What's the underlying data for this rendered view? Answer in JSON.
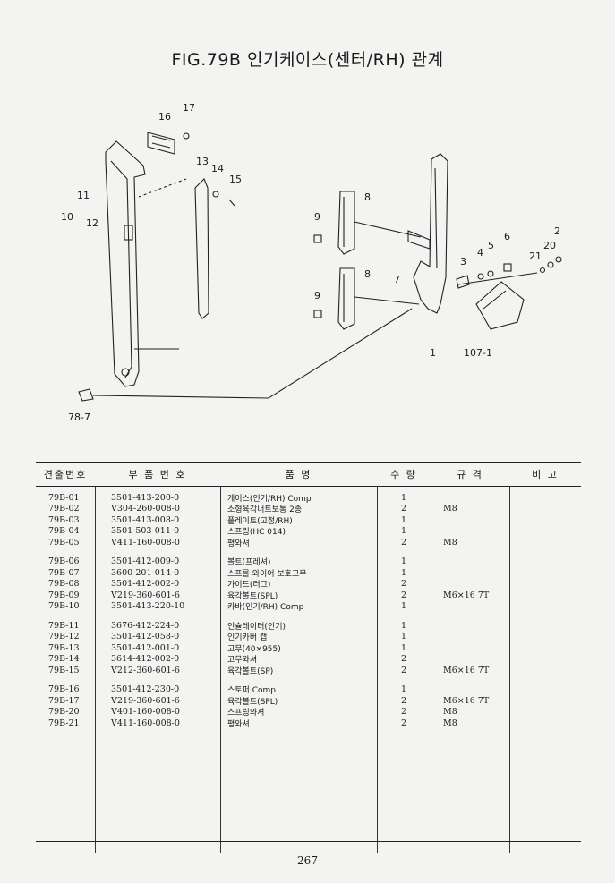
{
  "title": "FIG.79B 인기케이스(센터/RH) 관계",
  "diagram": {
    "callouts": [
      "16",
      "17",
      "13",
      "14",
      "15",
      "11",
      "10",
      "12",
      "8",
      "9",
      "8",
      "9",
      "7",
      "3",
      "4",
      "5",
      "6",
      "2",
      "20",
      "21",
      "1",
      "107-1",
      "78-7"
    ]
  },
  "table": {
    "headers": [
      "견출번호",
      "부 품 번 호",
      "품 명",
      "수 량",
      "규 격",
      "비 고"
    ],
    "groups": [
      [
        {
          "ref": "79B-01",
          "part": "3501-413-200-0",
          "name": "케이스(인기/RH) Comp",
          "qty": "1",
          "spec": "",
          "note": ""
        },
        {
          "ref": "79B-02",
          "part": "V304-260-008-0",
          "name": "소형육각너트보통 2종",
          "qty": "2",
          "spec": "M8",
          "note": ""
        },
        {
          "ref": "79B-03",
          "part": "3501-413-008-0",
          "name": "플레이트(고정/RH)",
          "qty": "1",
          "spec": "",
          "note": ""
        },
        {
          "ref": "79B-04",
          "part": "3501-503-011-0",
          "name": "스프링(HC 014)",
          "qty": "1",
          "spec": "",
          "note": ""
        },
        {
          "ref": "79B-05",
          "part": "V411-160-008-0",
          "name": "평와셔",
          "qty": "2",
          "spec": "M8",
          "note": ""
        }
      ],
      [
        {
          "ref": "79B-06",
          "part": "3501-412-009-0",
          "name": "볼트(프레셔)",
          "qty": "1",
          "spec": "",
          "note": ""
        },
        {
          "ref": "79B-07",
          "part": "3600-201-014-0",
          "name": "스프를 와이어 보호고무",
          "qty": "1",
          "spec": "",
          "note": ""
        },
        {
          "ref": "79B-08",
          "part": "3501-412-002-0",
          "name": "가이드(러그)",
          "qty": "2",
          "spec": "",
          "note": ""
        },
        {
          "ref": "79B-09",
          "part": "V219-360-601-6",
          "name": "육각볼트(SPL)",
          "qty": "2",
          "spec": "M6×16 7T",
          "note": ""
        },
        {
          "ref": "79B-10",
          "part": "3501-413-220-10",
          "name": "카바(인기/RH) Comp",
          "qty": "1",
          "spec": "",
          "note": ""
        }
      ],
      [
        {
          "ref": "79B-11",
          "part": "3676-412-224-0",
          "name": "인슐레이터(인기)",
          "qty": "1",
          "spec": "",
          "note": ""
        },
        {
          "ref": "79B-12",
          "part": "3501-412-058-0",
          "name": "인기카버 캡",
          "qty": "1",
          "spec": "",
          "note": ""
        },
        {
          "ref": "79B-13",
          "part": "3501-412-001-0",
          "name": "고무(40×955)",
          "qty": "1",
          "spec": "",
          "note": ""
        },
        {
          "ref": "79B-14",
          "part": "3614-412-002-0",
          "name": "고무와셔",
          "qty": "2",
          "spec": "",
          "note": ""
        },
        {
          "ref": "79B-15",
          "part": "V212-360-601-6",
          "name": "육각볼트(SP)",
          "qty": "2",
          "spec": "M6×16 7T",
          "note": ""
        }
      ],
      [
        {
          "ref": "79B-16",
          "part": "3501-412-230-0",
          "name": "스토퍼 Comp",
          "qty": "1",
          "spec": "",
          "note": ""
        },
        {
          "ref": "79B-17",
          "part": "V219-360-601-6",
          "name": "육각볼트(SPL)",
          "qty": "2",
          "spec": "M6×16 7T",
          "note": ""
        },
        {
          "ref": "79B-20",
          "part": "V401-160-008-0",
          "name": "스프링와셔",
          "qty": "2",
          "spec": "M8",
          "note": ""
        },
        {
          "ref": "79B-21",
          "part": "V411-160-008-0",
          "name": "평와셔",
          "qty": "2",
          "spec": "M8",
          "note": ""
        }
      ]
    ]
  },
  "page_number": "267"
}
